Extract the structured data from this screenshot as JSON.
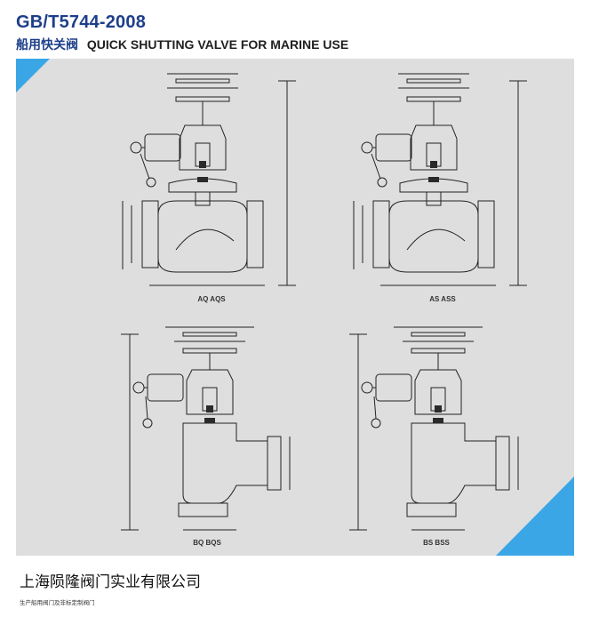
{
  "header": {
    "standard": "GB/T5744-2008",
    "name_cn": "船用快关阀",
    "name_en": "QUICK SHUTTING VALVE FOR MARINE USE"
  },
  "figures": [
    {
      "caption": "AQ AQS"
    },
    {
      "caption": "AS ASS"
    },
    {
      "caption": "BQ BQS"
    },
    {
      "caption": "BS BSS"
    }
  ],
  "footer": {
    "company": "上海陨隆阀门实业有限公司",
    "tagline": "生产船用阀门及非标定制阀门"
  },
  "colors": {
    "brand_blue": "#1d3f8a",
    "accent_blue": "#3aa6e6",
    "panel_bg": "#dedede"
  }
}
